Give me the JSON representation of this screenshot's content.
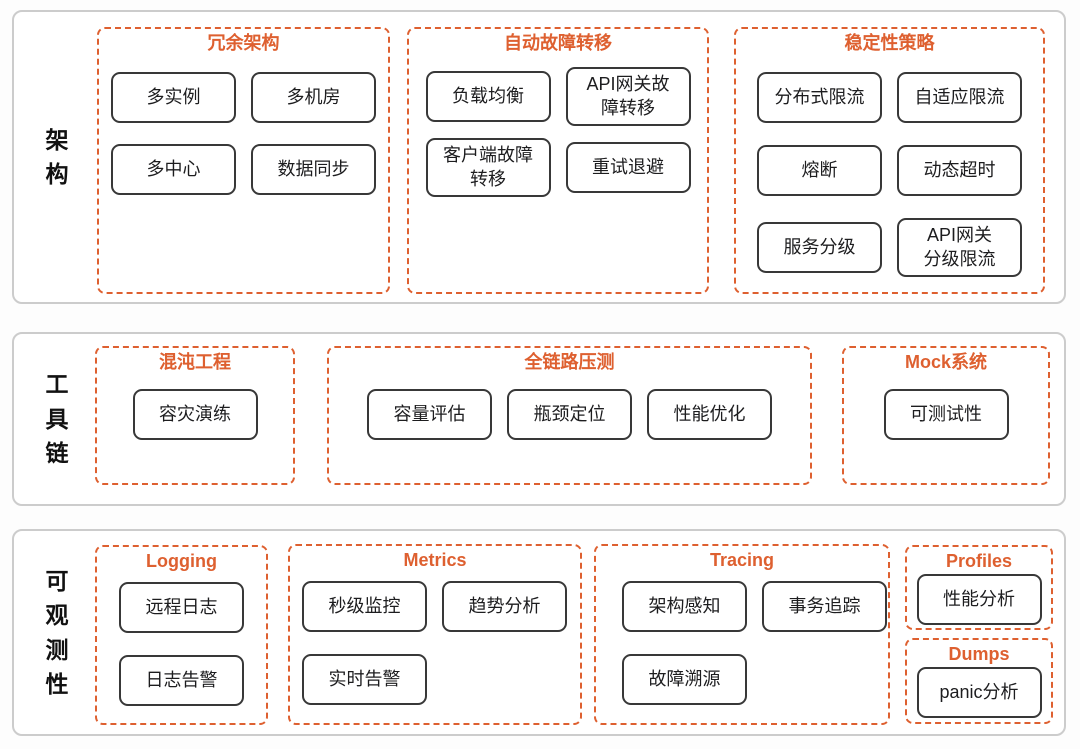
{
  "colors": {
    "accent": "#DE6030",
    "box_border": "#383838",
    "panel_border": "#CCCCCC",
    "text": "#1D1D1F"
  },
  "sections": [
    {
      "label": "架构",
      "groups": [
        {
          "title": "冗余架构",
          "boxes": [
            "多实例",
            "多机房",
            "多中心",
            "数据同步"
          ]
        },
        {
          "title": "自动故障转移",
          "boxes": [
            "负载均衡",
            "API网关故\n障转移",
            "客户端故障\n转移",
            "重试退避"
          ]
        },
        {
          "title": "稳定性策略",
          "boxes": [
            "分布式限流",
            "自适应限流",
            "熔断",
            "动态超时",
            "服务分级",
            "API网关\n分级限流"
          ]
        }
      ]
    },
    {
      "label": "工具链",
      "groups": [
        {
          "title": "混沌工程",
          "boxes": [
            "容灾演练"
          ]
        },
        {
          "title": "全链路压测",
          "boxes": [
            "容量评估",
            "瓶颈定位",
            "性能优化"
          ]
        },
        {
          "title": "Mock系统",
          "boxes": [
            "可测试性"
          ]
        }
      ]
    },
    {
      "label": "可观测性",
      "groups": [
        {
          "title": "Logging",
          "boxes": [
            "远程日志",
            "日志告警"
          ]
        },
        {
          "title": "Metrics",
          "boxes": [
            "秒级监控",
            "趋势分析",
            "实时告警"
          ]
        },
        {
          "title": "Tracing",
          "boxes": [
            "架构感知",
            "事务追踪",
            "故障溯源"
          ]
        },
        {
          "title": "Profiles",
          "boxes": [
            "性能分析"
          ]
        },
        {
          "title": "Dumps",
          "boxes": [
            "panic分析"
          ]
        }
      ]
    }
  ]
}
